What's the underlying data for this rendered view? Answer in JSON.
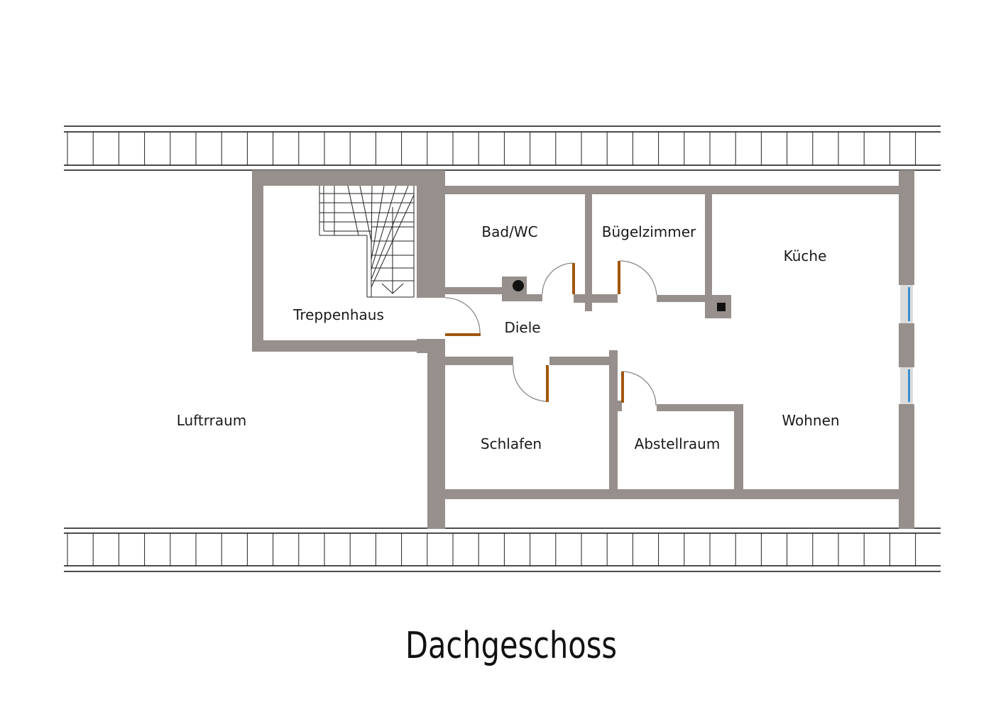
{
  "title": "Dachgeschoss",
  "rooms": {
    "treppenhaus": "Treppenhaus",
    "bad_wc": "Bad/WC",
    "buegelzimmer": "Bügelzimmer",
    "kueche": "Küche",
    "diele": "Diele",
    "wohnen": "Wohnen",
    "schlafen": "Schlafen",
    "abstellraum": "Abstellraum",
    "luftraum": "Luftrraum"
  },
  "colors": {
    "wall": "#968f8b",
    "door": "#a0570f",
    "window": "#3a8fd0",
    "chimney": "#111111"
  },
  "icons": {
    "chimney_round": "round-chimney-icon",
    "chimney_square": "square-chimney-icon",
    "stair_arrow": "arrow-down-icon"
  }
}
